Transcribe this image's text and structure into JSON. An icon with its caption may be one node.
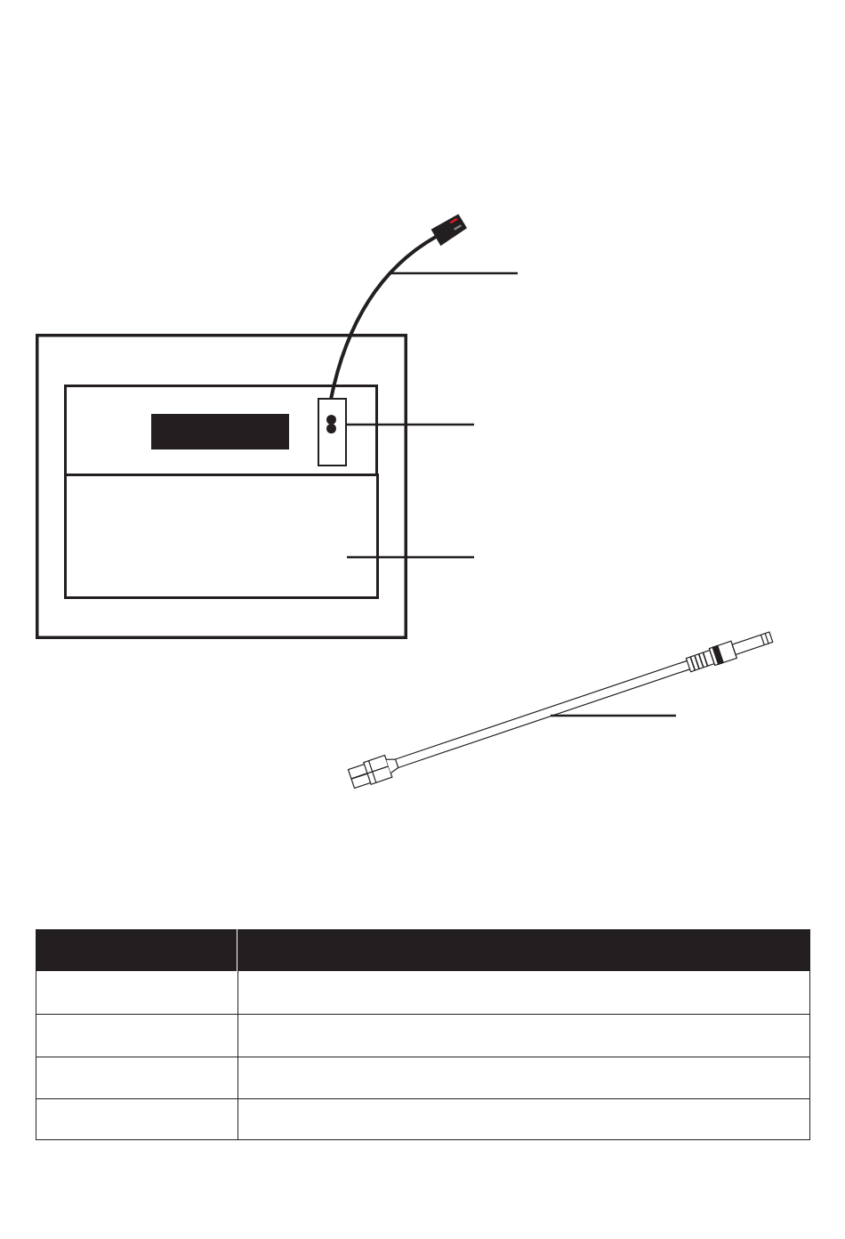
{
  "diagram": {
    "nodes": [
      {
        "text": [],
        "shape": "picture"
      },
      {
        "text": [],
        "shape": "box"
      },
      {
        "text": [],
        "shape": "box"
      },
      {
        "text": [],
        "shape": "picture"
      }
    ],
    "edges": [
      {
        "from": null,
        "to": 0,
        "arrow": "none"
      },
      {
        "from": null,
        "to": 1,
        "arrow": "none"
      },
      {
        "from": null,
        "to": 2,
        "arrow": "none"
      },
      {
        "from": null,
        "to": 3,
        "arrow": "none"
      }
    ]
  }
}
